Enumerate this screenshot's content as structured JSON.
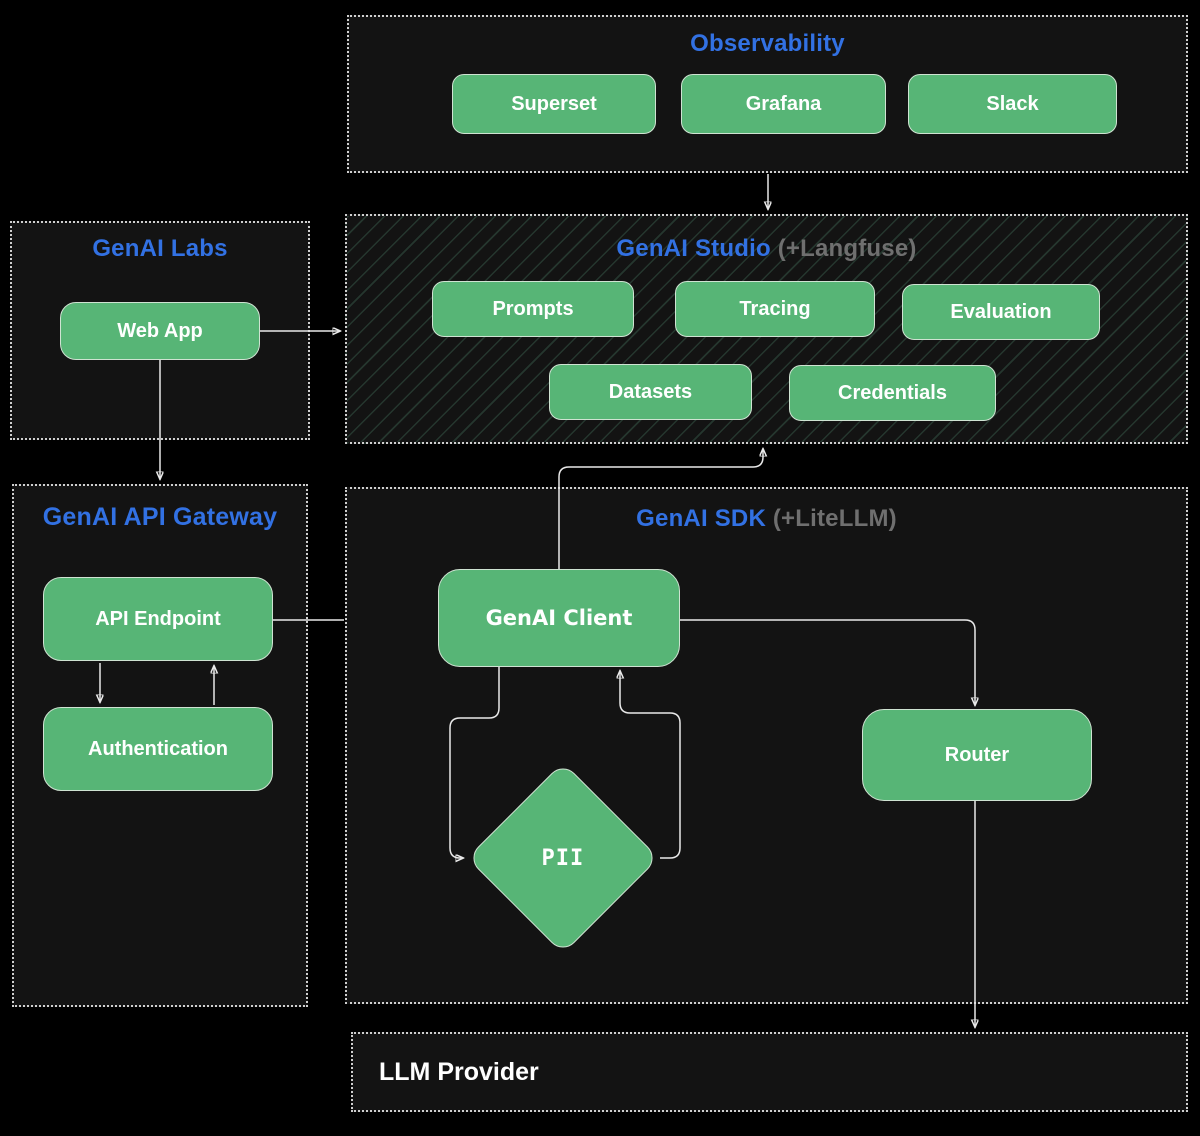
{
  "colors": {
    "background": "#000000",
    "container_fill": "#131313",
    "container_border": "#cfcfcf",
    "node_fill": "#57b576",
    "node_border": "#cfe3d2",
    "node_text": "#ffffff",
    "title_blue": "#3271e3",
    "subtitle_gray": "#6f6f6f",
    "arrow": "#e9e9e9",
    "hatch_stripe_rgba": "rgba(110,195,155,0.20)"
  },
  "containers": {
    "observability": {
      "title": "Observability"
    },
    "genai_labs": {
      "title": "GenAI Labs"
    },
    "genai_studio": {
      "title": "GenAI Studio",
      "subtitle": "(+Langfuse)"
    },
    "api_gateway": {
      "title": "GenAI API Gateway"
    },
    "genai_sdk": {
      "title": "GenAI SDK",
      "subtitle": "(+LiteLLM)"
    },
    "llm_provider": {
      "title": "LLM Provider"
    }
  },
  "nodes": {
    "superset": "Superset",
    "grafana": "Grafana",
    "slack": "Slack",
    "web_app": "Web App",
    "prompts": "Prompts",
    "tracing": "Tracing",
    "evaluation": "Evaluation",
    "datasets": "Datasets",
    "credentials": "Credentials",
    "api_endpoint": "API Endpoint",
    "authentication": "Authentication",
    "genai_client": "GenAI Client",
    "router": "Router",
    "pii": "PII"
  }
}
